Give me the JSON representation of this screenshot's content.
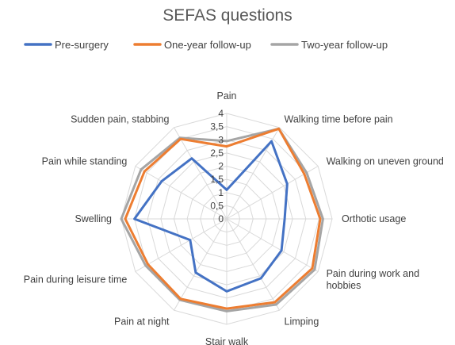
{
  "chart_data": {
    "type": "radar",
    "title": "SEFAS questions",
    "categories": [
      "Pain",
      "Walking time before pain",
      "Walking on uneven ground",
      "Orthotic usage",
      "Pain during work and hobbies",
      "Limping",
      "Stair walk",
      "Pain at night",
      "Pain during leisure time",
      "Swelling",
      "Pain while standing",
      "Sudden pain, stabbing"
    ],
    "category_lines": [
      [
        "Pain"
      ],
      [
        "Walking time before pain"
      ],
      [
        "Walking on uneven ground"
      ],
      [
        "Orthotic usage"
      ],
      [
        "Pain during work and",
        "hobbies"
      ],
      [
        "Limping"
      ],
      [
        "Stair walk"
      ],
      [
        "Pain at night"
      ],
      [
        "Pain during leisure time"
      ],
      [
        "Swelling"
      ],
      [
        "Pain while standing"
      ],
      [
        "Sudden pain, stabbing"
      ]
    ],
    "ticks": [
      "0",
      "0,5",
      "1",
      "1,5",
      "2",
      "2,5",
      "3",
      "3,5",
      "4"
    ],
    "range": [
      0,
      4
    ],
    "grid": true,
    "legend_position": "top",
    "series": [
      {
        "name": "Pre-surgery",
        "color": "#4472C4",
        "values": [
          1.1,
          3.4,
          2.65,
          2.2,
          2.4,
          2.6,
          2.75,
          2.35,
          1.6,
          3.5,
          2.85,
          2.65
        ]
      },
      {
        "name": "One-year follow-up",
        "color": "#ED7D31",
        "values": [
          2.75,
          3.95,
          3.4,
          3.55,
          3.75,
          3.65,
          3.4,
          3.5,
          3.45,
          3.85,
          3.6,
          3.5
        ]
      },
      {
        "name": "Two-year follow-up",
        "color": "#A5A5A5",
        "values": [
          2.95,
          3.95,
          3.5,
          3.65,
          3.85,
          3.75,
          3.5,
          3.55,
          3.55,
          4.0,
          3.75,
          3.55
        ]
      }
    ]
  }
}
